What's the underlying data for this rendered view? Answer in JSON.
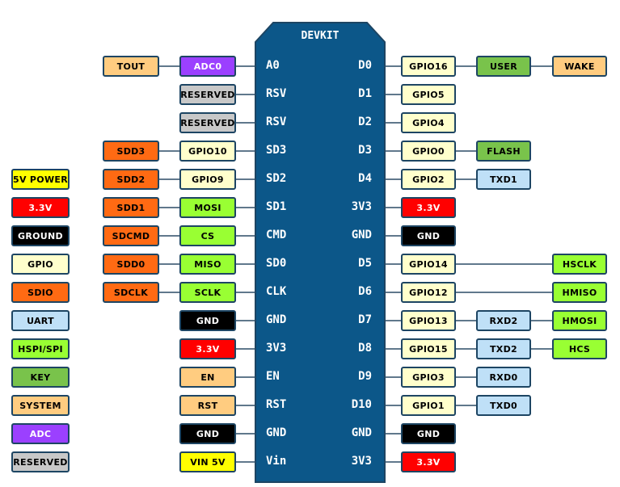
{
  "board": {
    "title": "DEVKIT",
    "left_pins": [
      "A0",
      "RSV",
      "RSV",
      "SD3",
      "SD2",
      "SD1",
      "CMD",
      "SD0",
      "CLK",
      "GND",
      "3V3",
      "EN",
      "RST",
      "GND",
      "Vin"
    ],
    "right_pins": [
      "D0",
      "D1",
      "D2",
      "D3",
      "D4",
      "3V3",
      "GND",
      "D5",
      "D6",
      "D7",
      "D8",
      "D9",
      "D10",
      "GND",
      "3V3"
    ]
  },
  "colors": {
    "tan": "#ffcc80",
    "purple": "#9b40ff",
    "gray": "#c8c8c8",
    "orange": "#ff6a13",
    "cream": "#ffffcc",
    "red": "#ff0000",
    "black": "#000000",
    "yellow": "#ffff00",
    "green": "#99ff33",
    "olive": "#79c34b",
    "blue": "#bfe0f7",
    "board": "#0c5789",
    "border": "#1d4563",
    "line": "#2b4c66"
  },
  "left_side": [
    {
      "row": 0,
      "outer": {
        "text": "TOUT",
        "color": "tan"
      },
      "inner": {
        "text": "ADC0",
        "color": "purple"
      }
    },
    {
      "row": 1,
      "inner": {
        "text": "RESERVED",
        "color": "gray"
      }
    },
    {
      "row": 2,
      "inner": {
        "text": "RESERVED",
        "color": "gray"
      }
    },
    {
      "row": 3,
      "outer": {
        "text": "SDD3",
        "color": "orange"
      },
      "inner": {
        "text": "GPIO10",
        "color": "cream"
      }
    },
    {
      "row": 4,
      "outer": {
        "text": "SDD2",
        "color": "orange"
      },
      "inner": {
        "text": "GPIO9",
        "color": "cream"
      }
    },
    {
      "row": 5,
      "outer": {
        "text": "SDD1",
        "color": "orange"
      },
      "inner": {
        "text": "MOSI",
        "color": "green"
      }
    },
    {
      "row": 6,
      "outer": {
        "text": "SDCMD",
        "color": "orange"
      },
      "inner": {
        "text": "CS",
        "color": "green"
      }
    },
    {
      "row": 7,
      "outer": {
        "text": "SDD0",
        "color": "orange"
      },
      "inner": {
        "text": "MISO",
        "color": "green"
      }
    },
    {
      "row": 8,
      "outer": {
        "text": "SDCLK",
        "color": "orange"
      },
      "inner": {
        "text": "SCLK",
        "color": "green"
      }
    },
    {
      "row": 9,
      "inner": {
        "text": "GND",
        "color": "black"
      }
    },
    {
      "row": 10,
      "inner": {
        "text": "3.3V",
        "color": "red"
      }
    },
    {
      "row": 11,
      "inner": {
        "text": "EN",
        "color": "tan"
      }
    },
    {
      "row": 12,
      "inner": {
        "text": "RST",
        "color": "tan"
      }
    },
    {
      "row": 13,
      "inner": {
        "text": "GND",
        "color": "black"
      }
    },
    {
      "row": 14,
      "inner": {
        "text": "VIN 5V",
        "color": "yellow"
      }
    }
  ],
  "right_side": [
    {
      "row": 0,
      "labels": [
        {
          "text": "GPIO16",
          "color": "cream"
        },
        {
          "text": "USER",
          "color": "olive"
        },
        {
          "text": "WAKE",
          "color": "tan"
        }
      ]
    },
    {
      "row": 1,
      "labels": [
        {
          "text": "GPIO5",
          "color": "cream"
        }
      ]
    },
    {
      "row": 2,
      "labels": [
        {
          "text": "GPIO4",
          "color": "cream"
        }
      ]
    },
    {
      "row": 3,
      "labels": [
        {
          "text": "GPIO0",
          "color": "cream"
        },
        {
          "text": "FLASH",
          "color": "olive"
        }
      ]
    },
    {
      "row": 4,
      "labels": [
        {
          "text": "GPIO2",
          "color": "cream"
        },
        {
          "text": "TXD1",
          "color": "blue"
        }
      ]
    },
    {
      "row": 5,
      "labels": [
        {
          "text": "3.3V",
          "color": "red"
        }
      ]
    },
    {
      "row": 6,
      "labels": [
        {
          "text": "GND",
          "color": "black"
        }
      ]
    },
    {
      "row": 7,
      "labels": [
        {
          "text": "GPIO14",
          "color": "cream"
        },
        {
          "text": "HSCLK",
          "color": "green",
          "far": true
        }
      ]
    },
    {
      "row": 8,
      "labels": [
        {
          "text": "GPIO12",
          "color": "cream"
        },
        {
          "text": "HMISO",
          "color": "green",
          "far": true
        }
      ]
    },
    {
      "row": 9,
      "labels": [
        {
          "text": "GPIO13",
          "color": "cream"
        },
        {
          "text": "RXD2",
          "color": "blue"
        },
        {
          "text": "HMOSI",
          "color": "green"
        }
      ]
    },
    {
      "row": 10,
      "labels": [
        {
          "text": "GPIO15",
          "color": "cream"
        },
        {
          "text": "TXD2",
          "color": "blue"
        },
        {
          "text": "HCS",
          "color": "green"
        }
      ]
    },
    {
      "row": 11,
      "labels": [
        {
          "text": "GPIO3",
          "color": "cream"
        },
        {
          "text": "RXD0",
          "color": "blue"
        }
      ]
    },
    {
      "row": 12,
      "labels": [
        {
          "text": "GPIO1",
          "color": "cream"
        },
        {
          "text": "TXD0",
          "color": "blue"
        }
      ]
    },
    {
      "row": 13,
      "labels": [
        {
          "text": "GND",
          "color": "black"
        }
      ]
    },
    {
      "row": 14,
      "labels": [
        {
          "text": "3.3V",
          "color": "red"
        }
      ]
    }
  ],
  "legend": [
    {
      "text": "5V POWER",
      "color": "yellow"
    },
    {
      "text": "3.3V",
      "color": "red"
    },
    {
      "text": "GROUND",
      "color": "black"
    },
    {
      "text": "GPIO",
      "color": "cream"
    },
    {
      "text": "SDIO",
      "color": "orange"
    },
    {
      "text": "UART",
      "color": "blue"
    },
    {
      "text": "HSPI/SPI",
      "color": "green"
    },
    {
      "text": "KEY",
      "color": "olive"
    },
    {
      "text": "SYSTEM",
      "color": "tan"
    },
    {
      "text": "ADC",
      "color": "purple"
    },
    {
      "text": "RESERVED",
      "color": "gray"
    }
  ]
}
